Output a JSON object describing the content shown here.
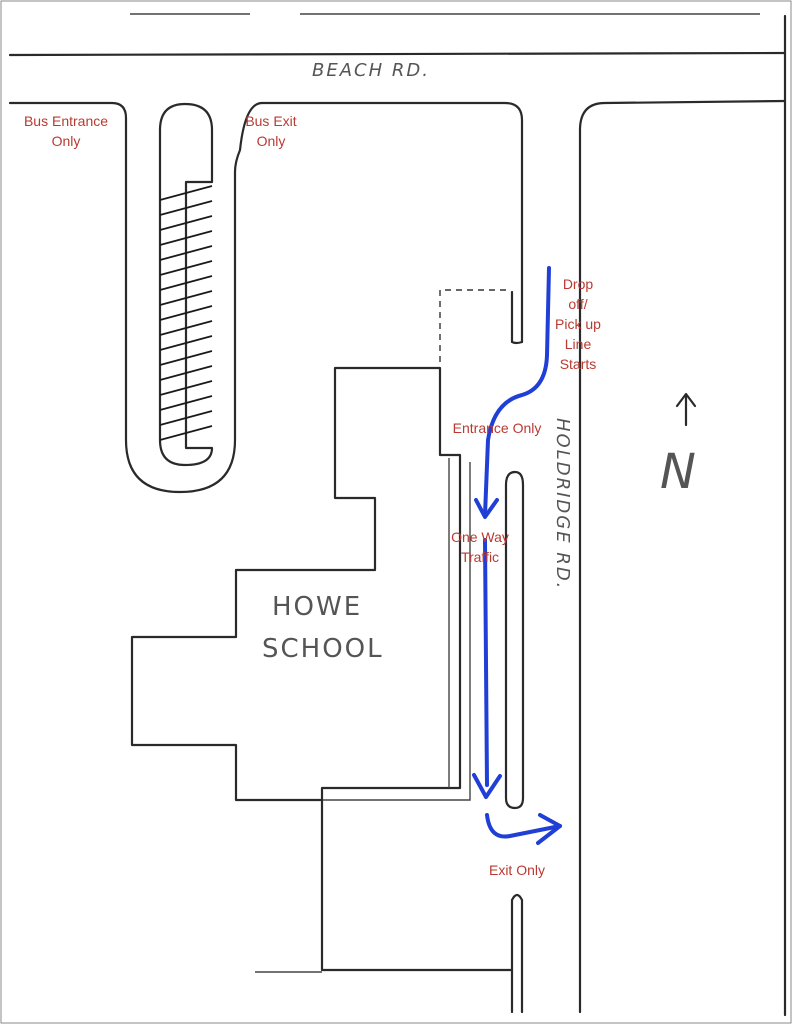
{
  "roads": {
    "north": "BEACH RD.",
    "east": "HOLDRIDGE RD."
  },
  "building": {
    "line1": "HOWE",
    "line2": "SCHOOL"
  },
  "labels": {
    "bus_entrance_1": "Bus Entrance",
    "bus_entrance_2": "Only",
    "bus_exit_1": "Bus Exit",
    "bus_exit_2": "Only",
    "dropoff_1": "Drop",
    "dropoff_2": "off/",
    "dropoff_3": "Pick up",
    "dropoff_4": "Line",
    "dropoff_5": "Starts",
    "entrance": "Entrance Only",
    "oneway_1": "One Way",
    "oneway_2": "Traffic",
    "exit": "Exit Only"
  },
  "compass": {
    "letter": "N"
  },
  "colors": {
    "route": "#1f3fd6",
    "label": "#b93a32"
  }
}
